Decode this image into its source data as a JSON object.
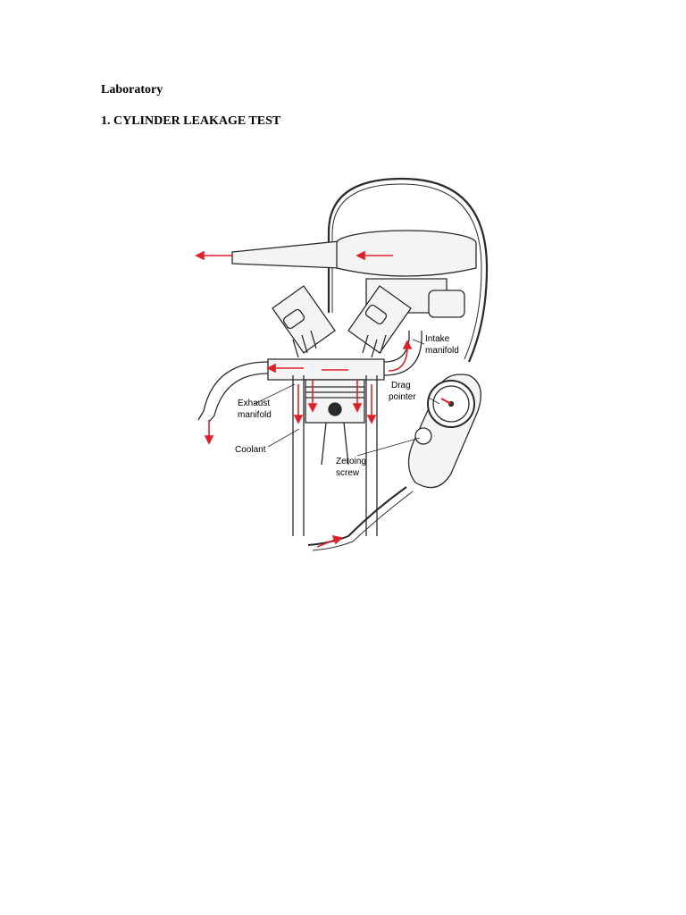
{
  "document": {
    "lab_heading": "Laboratory",
    "section_heading": "1. CYLINDER LEAKAGE TEST"
  },
  "figure": {
    "labels": {
      "intake_line1": "Intake",
      "intake_line2": "manifold",
      "drag_line1": "Drag",
      "drag_line2": "pointer",
      "exhaust_line1": "Exhaust",
      "exhaust_line2": "manifold",
      "coolant": "Coolant",
      "zeroing_line1": "Zeroing",
      "zeroing_line2": "screw"
    },
    "colors": {
      "line": "#2a2a2a",
      "arrow": "#e0202a",
      "fill": "#f4f4f4"
    }
  }
}
